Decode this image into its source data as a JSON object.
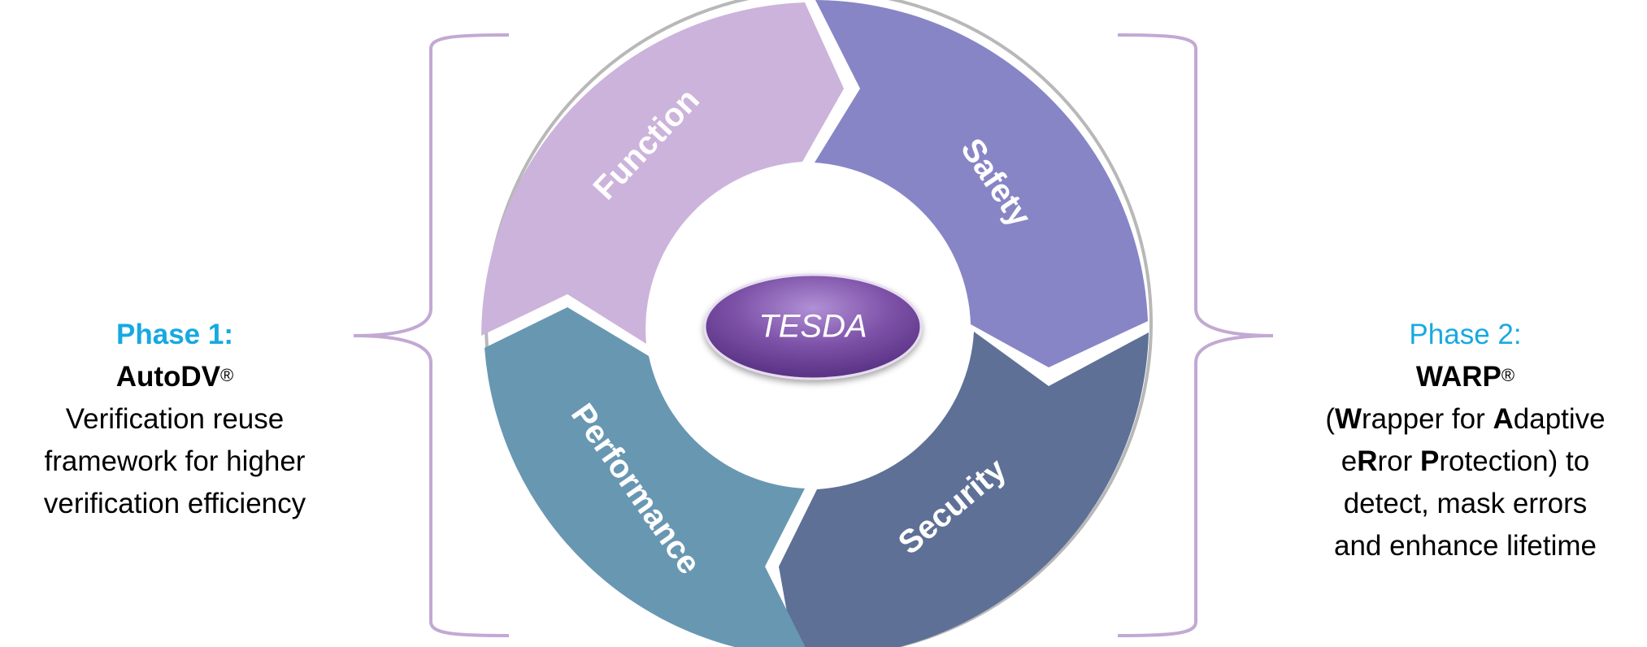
{
  "center_label": "TESDA",
  "segments": [
    {
      "id": "function",
      "label": "Function",
      "color": "#ccb3db"
    },
    {
      "id": "safety",
      "label": "Safety",
      "color": "#8785c6"
    },
    {
      "id": "security",
      "label": "Security",
      "color": "#5e7096"
    },
    {
      "id": "performance",
      "label": "Performance",
      "color": "#6897b2"
    }
  ],
  "phase1": {
    "heading": "Phase 1:",
    "name": "AutoDV",
    "mark": "®",
    "description": [
      "Verification reuse",
      "framework for higher",
      "verification efficiency"
    ]
  },
  "phase2": {
    "heading": "Phase 2:",
    "name": "WARP",
    "mark": "®",
    "line1": [
      "(",
      "W",
      "rapper for ",
      "A",
      "daptive"
    ],
    "line2": [
      "e",
      "R",
      "ror ",
      "P",
      "rotection) to"
    ],
    "line3": "detect, mask errors",
    "line4": "and enhance lifetime"
  },
  "colors": {
    "phase_heading": "#17a9e1",
    "bracket": "#c2a9d3",
    "ring_outline": "#b8b8b8",
    "center_ellipse": "#7a4ea3"
  }
}
